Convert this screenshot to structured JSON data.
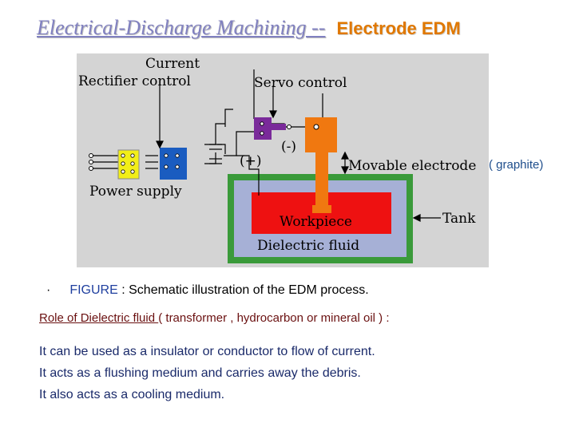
{
  "title": {
    "link_text": "Electrical-Discharge Machining --",
    "rest": "Electrode EDM"
  },
  "diagram": {
    "labels": {
      "current_rectifier_l1": "Current",
      "current_rectifier_l2": "Rectifier control",
      "servo_control": "Servo control",
      "minus": "(-)",
      "plus": "(+)",
      "movable_electrode": "Movable electrode",
      "power_supply": "Power supply",
      "workpiece": "Workpiece",
      "tank": "Tank",
      "dielectric_fluid": "Dielectric fluid"
    },
    "colors": {
      "background": "#d4d4d4",
      "tank_wall": "#3a9a3a",
      "dielectric": "#a6b0d6",
      "workpiece": "#ee1111",
      "electrode": "#f07810",
      "rectifier": "#f2ee18",
      "power_box": "#1a5cc0",
      "servo": "#7a2a9a"
    }
  },
  "graphite_note": "( graphite)",
  "figure": {
    "bullet": "·",
    "label": "FIGURE",
    "text": " :  Schematic illustration of the EDM  process."
  },
  "role": {
    "underlined": "Role of Dielectric fluid ",
    "rest": " ( transformer , hydrocarbon or mineral oil ) :"
  },
  "points": [
    "It can be used as a insulator or conductor to flow of current.",
    "It acts as a flushing medium and carries away the debris.",
    "It also acts as a cooling medium."
  ]
}
